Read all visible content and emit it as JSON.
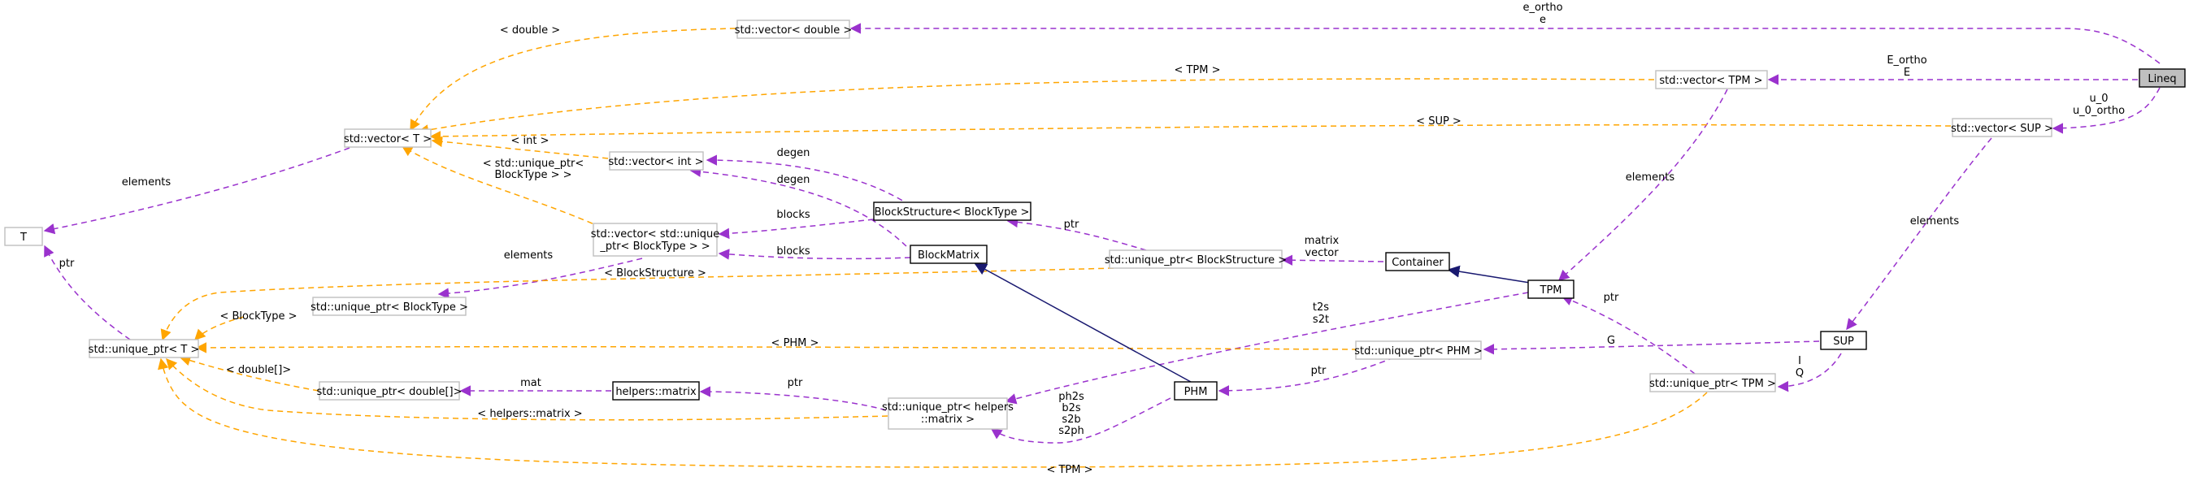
{
  "colors": {
    "use_edge": "#9a32cd",
    "template_edge": "#ffa500",
    "inherit_edge": "#191970",
    "node_border_documented": "#000000",
    "node_border_undocumented": "#bfbfbf",
    "focus_fill": "#bfbfbf"
  },
  "nodes": {
    "lineq": {
      "label": "Lineq",
      "kind": "focus"
    },
    "vector_double": {
      "label": "std::vector< double >",
      "kind": "template"
    },
    "vector_tpm": {
      "label": "std::vector< TPM >",
      "kind": "template"
    },
    "vector_sup": {
      "label": "std::vector< SUP >",
      "kind": "template"
    },
    "vector_t": {
      "label": "std::vector< T >",
      "kind": "template"
    },
    "vector_int": {
      "label": "std::vector< int >",
      "kind": "template"
    },
    "vector_unique_blocktype": {
      "label1": "std::vector< std::unique",
      "label2": "_ptr< BlockType > >",
      "kind": "template"
    },
    "t": {
      "label": "T",
      "kind": "template"
    },
    "unique_ptr_t": {
      "label": "std::unique_ptr< T >",
      "kind": "template"
    },
    "unique_ptr_blocktype": {
      "label": "std::unique_ptr< BlockType >",
      "kind": "template"
    },
    "unique_ptr_double": {
      "label": "std::unique_ptr< double[]>",
      "kind": "template"
    },
    "helpers_matrix": {
      "label": "helpers::matrix",
      "kind": "documented"
    },
    "unique_ptr_helpers": {
      "label1": "std::unique_ptr< helpers",
      "label2": "::matrix >",
      "kind": "template"
    },
    "blockstructure": {
      "label": "BlockStructure< BlockType >",
      "kind": "documented"
    },
    "blockmatrix": {
      "label": "BlockMatrix",
      "kind": "documented"
    },
    "unique_ptr_blockstructure": {
      "label": "std::unique_ptr< BlockStructure >",
      "kind": "template"
    },
    "container": {
      "label": "Container",
      "kind": "documented"
    },
    "tpm": {
      "label": "TPM",
      "kind": "documented"
    },
    "unique_ptr_phm": {
      "label": "std::unique_ptr< PHM >",
      "kind": "template"
    },
    "phm": {
      "label": "PHM",
      "kind": "documented"
    },
    "sup": {
      "label": "SUP",
      "kind": "documented"
    },
    "unique_ptr_tpm": {
      "label": "std::unique_ptr< TPM >",
      "kind": "template"
    }
  },
  "edge_labels": {
    "e_ortho": "e_ortho",
    "e": "e",
    "E_ortho": "E_ortho",
    "E": "E",
    "u_0": "u_0",
    "u_0_ortho": "u_0_ortho",
    "double": "< double >",
    "tpm_tmpl": "< TPM >",
    "sup_tmpl": "< SUP >",
    "int_tmpl": "< int >",
    "unique_tmpl_1": "< std::unique_ptr<",
    "unique_tmpl_2": "BlockType > >",
    "elements_t": "elements",
    "elements_blocktype": "elements",
    "elements_tpm": "elements",
    "elements_sup": "elements",
    "degen_1": "degen",
    "degen_2": "degen",
    "blocks_1": "blocks",
    "blocks_2": "blocks",
    "ptr_bs": "ptr",
    "ptr_t": "ptr",
    "ptr_helpers": "ptr",
    "ptr_phm": "ptr",
    "ptr_tpm": "ptr",
    "matrix": "matrix",
    "vector": "vector",
    "blockstructure_tmpl": "< BlockStructure >",
    "blocktype_tmpl": "< BlockType >",
    "phm_tmpl": "< PHM >",
    "double_arr_tmpl": "< double[]>",
    "mat": "mat",
    "helpers_tmpl": "< helpers::matrix >",
    "t2s": "t2s",
    "s2t": "s2t",
    "ph2s": "ph2s",
    "b2s": "b2s",
    "s2b": "s2b",
    "s2ph": "s2ph",
    "G": "G",
    "I": "I",
    "Q": "Q",
    "tpm_bottom": "< TPM >"
  }
}
